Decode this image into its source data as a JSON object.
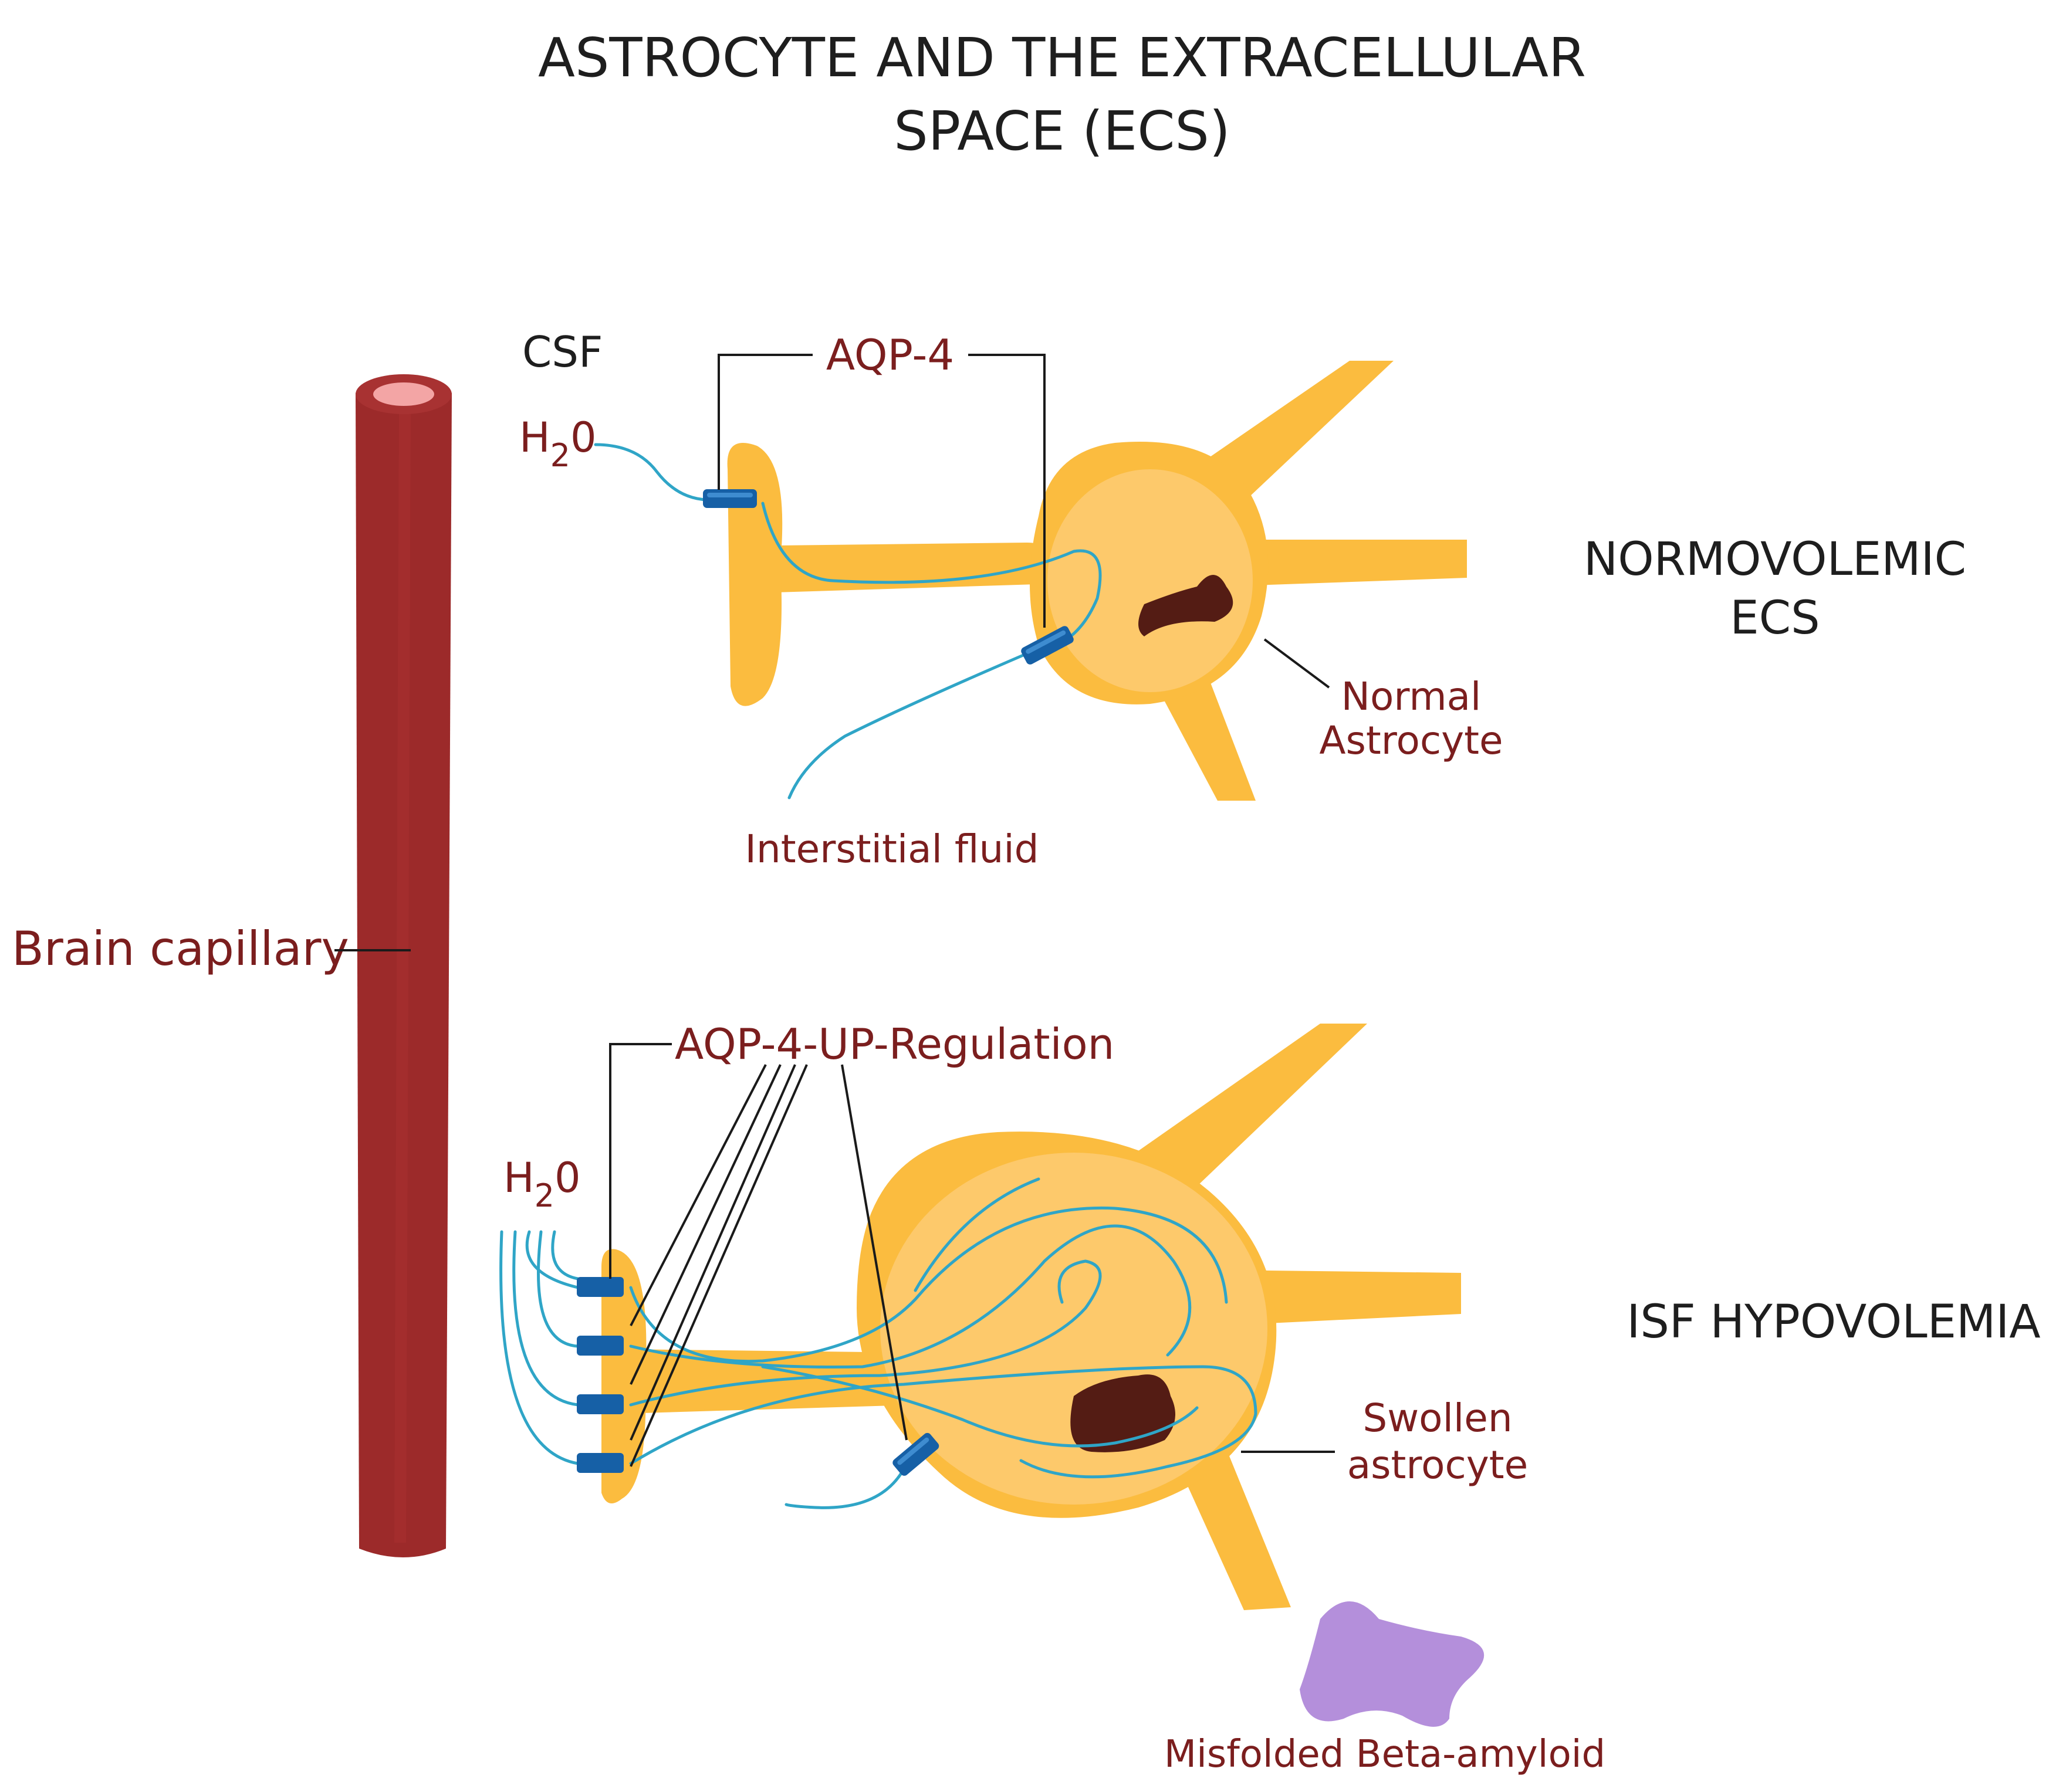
{
  "title": {
    "line1": "ASTROCYTE AND THE EXTRACELLULAR",
    "line2": "SPACE (ECS)"
  },
  "capillary": {
    "label": "Brain capillary"
  },
  "top_panel": {
    "csf_label": "CSF",
    "water_label": "H",
    "water_sub": "2",
    "water_tail": "0",
    "aqp_label": "AQP-4",
    "state_line1": "NORMOVOLEMIC",
    "state_line2": "ECS",
    "cell_line1": "Normal",
    "cell_line2": "Astrocyte",
    "fluid_label": "Interstitial fluid"
  },
  "bottom_panel": {
    "aqp_label": "AQP-4-UP-Regulation",
    "water_label": "H",
    "water_sub": "2",
    "water_tail": "0",
    "state_label": "ISF HYPOVOLEMIA",
    "cell_line1": "Swollen",
    "cell_line2": "astrocyte",
    "amyloid_label": "Misfolded Beta-amyloid"
  },
  "colors": {
    "astrocyte": "#fbbc3f",
    "astrocyte_body": "#fdc96b",
    "nucleus": "#541c14",
    "capillary": "#9c2a2a",
    "channel": "#1660a6",
    "water_flow": "#2fa5c7",
    "amyloid": "#b48fdb",
    "label_red": "#7b1e1e"
  }
}
